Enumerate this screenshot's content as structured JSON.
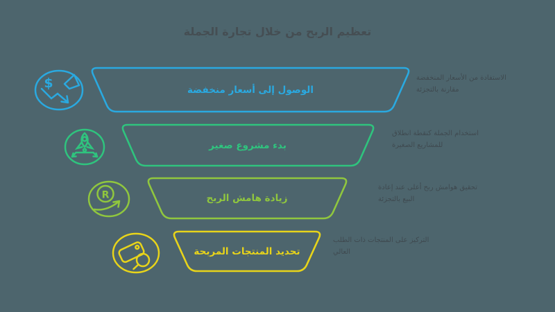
{
  "title": "تعظيم الربح من خلال تجارة الجملة",
  "colors": {
    "background": "#4d656d",
    "title": "#454e53",
    "description_text": "#3f4a50"
  },
  "steps": [
    {
      "label": "الوصول إلى أسعار منخفضة",
      "description": "الاستفادة من الأسعار المنخفضة\nمقارنة بالتجزئة",
      "color": "#2aa9e0",
      "icon": "price-drop-icon"
    },
    {
      "label": "بدء مشروع صغير",
      "description": "استخدام الجملة كنقطة انطلاق\nللمشاريع الصغيرة",
      "color": "#2fc47e",
      "icon": "rocket-launch-icon"
    },
    {
      "label": "زيادة هامش الربح",
      "description": "تحقيق هوامش ربح أعلى عند إعادة\nالبيع بالتجزئة",
      "color": "#90c73e",
      "icon": "profit-margin-icon"
    },
    {
      "label": "تحديد المنتجات المربحة",
      "description": "التركيز على المنتجات ذات الطلب\nالعالي",
      "color": "#e8d41a",
      "icon": "tag-search-icon"
    }
  ]
}
